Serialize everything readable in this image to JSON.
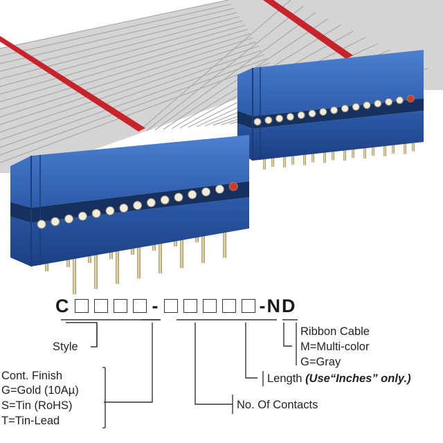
{
  "part_number": {
    "prefix": "C",
    "group1_boxes": 4,
    "dash1": "-",
    "group2_boxes": 5,
    "suffix": "-ND"
  },
  "labels": {
    "style": "Style",
    "cont_finish": [
      "Cont. Finish",
      "G=Gold (10Aµ)",
      "S=Tin (RoHS)",
      "T=Tin-Lead"
    ],
    "no_of_contacts": "No. Of Contacts",
    "length": "Length",
    "length_note": "(Use“Inches” only.)",
    "ribbon_cable": [
      "Ribbon Cable",
      "M=Multi-color",
      "G=Gray"
    ]
  },
  "colors": {
    "connector_blue": "#2f63b5",
    "cable_gray": "#cfcfcf",
    "stripe_red": "#c6242a",
    "pin_gold": "#d8c79a"
  }
}
